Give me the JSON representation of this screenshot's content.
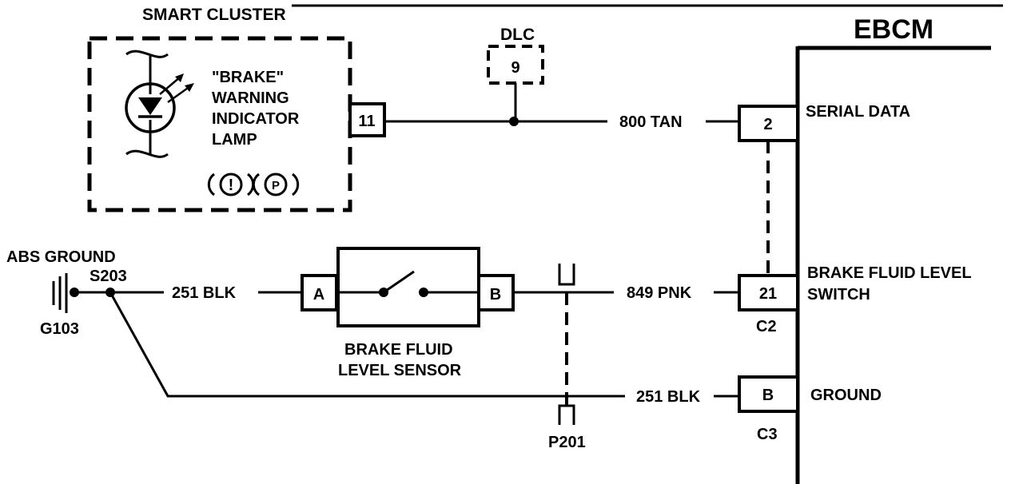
{
  "ebcm": {
    "title": "EBCM",
    "serial_data": "SERIAL DATA",
    "brake_fluid_level_line1": "BRAKE FLUID LEVEL",
    "brake_fluid_level_line2": "SWITCH",
    "ground": "GROUND",
    "connector_c2": "C2",
    "connector_c3": "C3",
    "pin_serial": "2",
    "pin_fluid": "21",
    "pin_ground": "B"
  },
  "smart_cluster": {
    "title": "SMART CLUSTER",
    "lamp_line1": "\"BRAKE\"",
    "lamp_line2": "WARNING",
    "lamp_line3": "INDICATOR",
    "lamp_line4": "LAMP",
    "symbol_exclaim": "!",
    "symbol_p": "P",
    "pin": "11"
  },
  "dlc": {
    "label": "DLC",
    "pin": "9"
  },
  "wires": {
    "serial": "800 TAN",
    "ground_left": "251 BLK",
    "switch": "849 PNK",
    "ground_bottom": "251 BLK"
  },
  "ground": {
    "label": "ABS GROUND",
    "splice": "S203",
    "ground_point": "G103"
  },
  "sensor": {
    "line1": "BRAKE FLUID",
    "line2": "LEVEL SENSOR",
    "pin_a": "A",
    "pin_b": "B"
  },
  "connector_p201": "P201"
}
